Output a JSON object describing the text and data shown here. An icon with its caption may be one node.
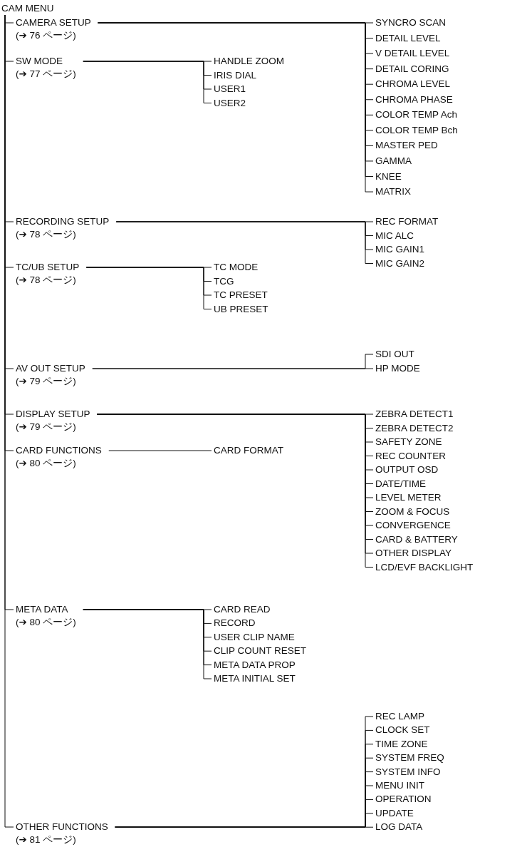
{
  "diagram": {
    "nodes": [
      {
        "text": [
          "CAM MENU"
        ]
      },
      {
        "text": [
          "CAMERA SETUP",
          "(➔ 76 ページ)"
        ]
      },
      {
        "text": [
          "SYNCRO SCAN"
        ]
      },
      {
        "text": [
          "DETAIL LEVEL"
        ]
      },
      {
        "text": [
          "V DETAIL LEVEL"
        ]
      },
      {
        "text": [
          "DETAIL CORING"
        ]
      },
      {
        "text": [
          "CHROMA LEVEL"
        ]
      },
      {
        "text": [
          "CHROMA PHASE"
        ]
      },
      {
        "text": [
          "COLOR TEMP Ach"
        ]
      },
      {
        "text": [
          "COLOR TEMP Bch"
        ]
      },
      {
        "text": [
          "MASTER PED"
        ]
      },
      {
        "text": [
          "GAMMA"
        ]
      },
      {
        "text": [
          "KNEE"
        ]
      },
      {
        "text": [
          "MATRIX"
        ]
      },
      {
        "text": [
          "SW MODE",
          "(➔ 77 ページ)"
        ]
      },
      {
        "text": [
          "HANDLE ZOOM"
        ]
      },
      {
        "text": [
          "IRIS DIAL"
        ]
      },
      {
        "text": [
          "USER1"
        ]
      },
      {
        "text": [
          "USER2"
        ]
      },
      {
        "text": [
          "RECORDING SETUP",
          "(➔ 78 ページ)"
        ]
      },
      {
        "text": [
          "REC FORMAT"
        ]
      },
      {
        "text": [
          "MIC ALC"
        ]
      },
      {
        "text": [
          "MIC GAIN1"
        ]
      },
      {
        "text": [
          "MIC GAIN2"
        ]
      },
      {
        "text": [
          "TC/UB SETUP",
          "(➔ 78 ページ)"
        ]
      },
      {
        "text": [
          "TC MODE"
        ]
      },
      {
        "text": [
          "TCG"
        ]
      },
      {
        "text": [
          "TC PRESET"
        ]
      },
      {
        "text": [
          "UB PRESET"
        ]
      },
      {
        "text": [
          "AV OUT SETUP",
          "(➔ 79 ページ)"
        ]
      },
      {
        "text": [
          "SDI OUT"
        ]
      },
      {
        "text": [
          "HP MODE"
        ]
      },
      {
        "text": [
          "DISPLAY SETUP",
          "(➔ 79 ページ)"
        ]
      },
      {
        "text": [
          "ZEBRA DETECT1"
        ]
      },
      {
        "text": [
          "ZEBRA DETECT2"
        ]
      },
      {
        "text": [
          "SAFETY ZONE"
        ]
      },
      {
        "text": [
          "REC COUNTER"
        ]
      },
      {
        "text": [
          "OUTPUT OSD"
        ]
      },
      {
        "text": [
          "DATE/TIME"
        ]
      },
      {
        "text": [
          "LEVEL METER"
        ]
      },
      {
        "text": [
          "ZOOM & FOCUS"
        ]
      },
      {
        "text": [
          "CONVERGENCE"
        ]
      },
      {
        "text": [
          "CARD & BATTERY"
        ]
      },
      {
        "text": [
          "OTHER DISPLAY"
        ]
      },
      {
        "text": [
          "LCD/EVF BACKLIGHT"
        ]
      },
      {
        "text": [
          "CARD FUNCTIONS",
          "(➔ 80 ページ)"
        ]
      },
      {
        "text": [
          "CARD FORMAT"
        ]
      },
      {
        "text": [
          "META DATA",
          "(➔ 80 ページ)"
        ]
      },
      {
        "text": [
          "CARD READ"
        ]
      },
      {
        "text": [
          "RECORD"
        ]
      },
      {
        "text": [
          "USER CLIP NAME"
        ]
      },
      {
        "text": [
          "CLIP COUNT RESET"
        ]
      },
      {
        "text": [
          "META DATA PROP"
        ]
      },
      {
        "text": [
          "META INITIAL SET"
        ]
      },
      {
        "text": [
          "OTHER FUNCTIONS",
          "(➔ 81 ページ)"
        ]
      },
      {
        "text": [
          "REC LAMP"
        ]
      },
      {
        "text": [
          "CLOCK SET"
        ]
      },
      {
        "text": [
          "TIME ZONE"
        ]
      },
      {
        "text": [
          "SYSTEM FREQ"
        ]
      },
      {
        "text": [
          "SYSTEM INFO"
        ]
      },
      {
        "text": [
          "MENU INIT"
        ]
      },
      {
        "text": [
          "OPERATION"
        ]
      },
      {
        "text": [
          "UPDATE"
        ]
      },
      {
        "text": [
          "LOG DATA"
        ]
      }
    ],
    "edges": [
      {
        "from": 0,
        "to": 1,
        "arrow": "none"
      },
      {
        "from": 0,
        "to": 14,
        "arrow": "none"
      },
      {
        "from": 0,
        "to": 19,
        "arrow": "none"
      },
      {
        "from": 0,
        "to": 24,
        "arrow": "none"
      },
      {
        "from": 0,
        "to": 29,
        "arrow": "none"
      },
      {
        "from": 0,
        "to": 32,
        "arrow": "none"
      },
      {
        "from": 0,
        "to": 45,
        "arrow": "none"
      },
      {
        "from": 0,
        "to": 47,
        "arrow": "none"
      },
      {
        "from": 0,
        "to": 54,
        "arrow": "none"
      },
      {
        "from": 1,
        "to": 2,
        "arrow": "none"
      },
      {
        "from": 1,
        "to": 3,
        "arrow": "none"
      },
      {
        "from": 1,
        "to": 4,
        "arrow": "none"
      },
      {
        "from": 1,
        "to": 5,
        "arrow": "none"
      },
      {
        "from": 1,
        "to": 6,
        "arrow": "none"
      },
      {
        "from": 1,
        "to": 7,
        "arrow": "none"
      },
      {
        "from": 1,
        "to": 8,
        "arrow": "none"
      },
      {
        "from": 1,
        "to": 9,
        "arrow": "none"
      },
      {
        "from": 1,
        "to": 10,
        "arrow": "none"
      },
      {
        "from": 1,
        "to": 11,
        "arrow": "none"
      },
      {
        "from": 1,
        "to": 12,
        "arrow": "none"
      },
      {
        "from": 1,
        "to": 13,
        "arrow": "none"
      },
      {
        "from": 14,
        "to": 15,
        "arrow": "none"
      },
      {
        "from": 14,
        "to": 16,
        "arrow": "none"
      },
      {
        "from": 14,
        "to": 17,
        "arrow": "none"
      },
      {
        "from": 14,
        "to": 18,
        "arrow": "none"
      },
      {
        "from": 19,
        "to": 20,
        "arrow": "none"
      },
      {
        "from": 19,
        "to": 21,
        "arrow": "none"
      },
      {
        "from": 19,
        "to": 22,
        "arrow": "none"
      },
      {
        "from": 19,
        "to": 23,
        "arrow": "none"
      },
      {
        "from": 24,
        "to": 25,
        "arrow": "none"
      },
      {
        "from": 24,
        "to": 26,
        "arrow": "none"
      },
      {
        "from": 24,
        "to": 27,
        "arrow": "none"
      },
      {
        "from": 24,
        "to": 28,
        "arrow": "none"
      },
      {
        "from": 29,
        "to": 30,
        "arrow": "none"
      },
      {
        "from": 29,
        "to": 31,
        "arrow": "none"
      },
      {
        "from": 32,
        "to": 33,
        "arrow": "none"
      },
      {
        "from": 32,
        "to": 34,
        "arrow": "none"
      },
      {
        "from": 32,
        "to": 35,
        "arrow": "none"
      },
      {
        "from": 32,
        "to": 36,
        "arrow": "none"
      },
      {
        "from": 32,
        "to": 37,
        "arrow": "none"
      },
      {
        "from": 32,
        "to": 38,
        "arrow": "none"
      },
      {
        "from": 32,
        "to": 39,
        "arrow": "none"
      },
      {
        "from": 32,
        "to": 40,
        "arrow": "none"
      },
      {
        "from": 32,
        "to": 41,
        "arrow": "none"
      },
      {
        "from": 32,
        "to": 42,
        "arrow": "none"
      },
      {
        "from": 32,
        "to": 43,
        "arrow": "none"
      },
      {
        "from": 32,
        "to": 44,
        "arrow": "none"
      },
      {
        "from": 45,
        "to": 46,
        "arrow": "none"
      },
      {
        "from": 47,
        "to": 48,
        "arrow": "none"
      },
      {
        "from": 47,
        "to": 49,
        "arrow": "none"
      },
      {
        "from": 47,
        "to": 50,
        "arrow": "none"
      },
      {
        "from": 47,
        "to": 51,
        "arrow": "none"
      },
      {
        "from": 47,
        "to": 52,
        "arrow": "none"
      },
      {
        "from": 47,
        "to": 53,
        "arrow": "none"
      },
      {
        "from": 54,
        "to": 55,
        "arrow": "none"
      },
      {
        "from": 54,
        "to": 56,
        "arrow": "none"
      },
      {
        "from": 54,
        "to": 57,
        "arrow": "none"
      },
      {
        "from": 54,
        "to": 58,
        "arrow": "none"
      },
      {
        "from": 54,
        "to": 59,
        "arrow": "none"
      },
      {
        "from": 54,
        "to": 60,
        "arrow": "none"
      },
      {
        "from": 54,
        "to": 61,
        "arrow": "none"
      },
      {
        "from": 54,
        "to": 62,
        "arrow": "none"
      },
      {
        "from": 54,
        "to": 63,
        "arrow": "none"
      }
    ]
  }
}
